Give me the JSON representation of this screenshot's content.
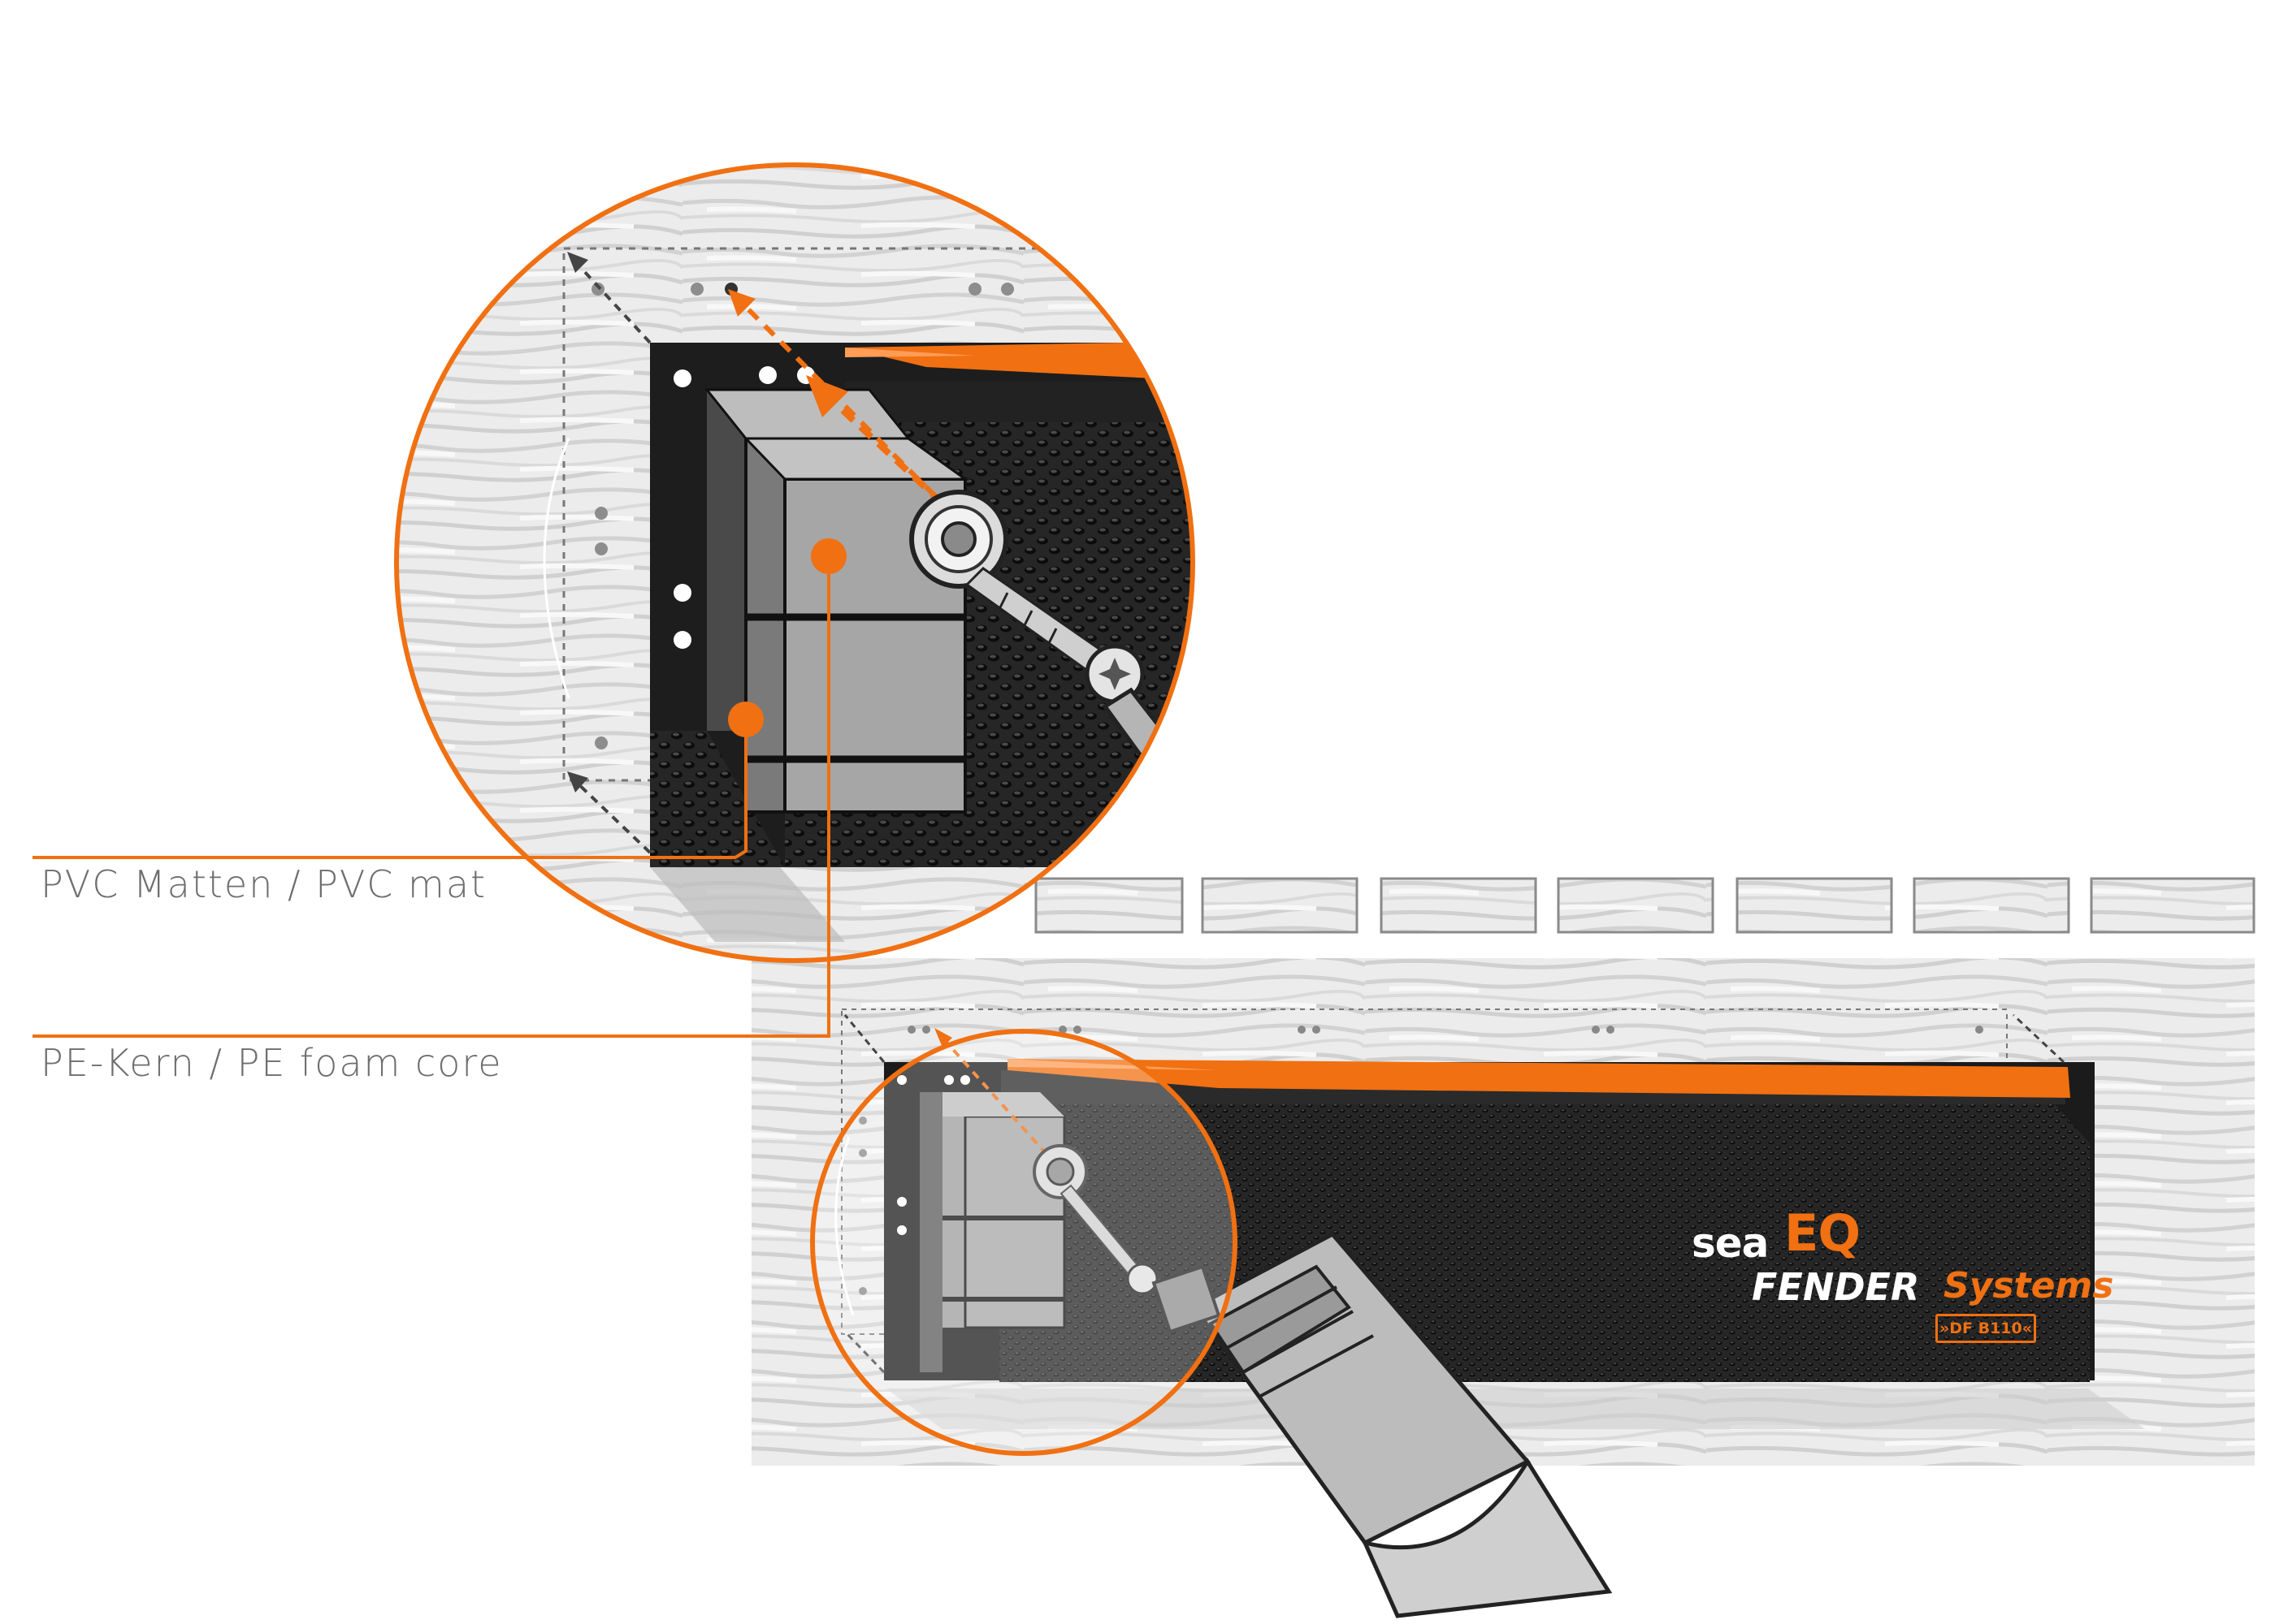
{
  "callouts": {
    "pvc_label": "PVC Matten / PVC mat",
    "pe_label": "PE-Kern / PE foam core"
  },
  "logo": {
    "sea": "sea",
    "eq": "EQ",
    "fender": "FENDER",
    "systems": "Systems",
    "model": "»DF B110«"
  },
  "colors": {
    "accent_orange": "#f07012",
    "fender_black": "#1e1e1e",
    "core_grey": "#a3a3a3",
    "wood_grey": "#e8e8e8",
    "label_grey": "#6e6e6e"
  }
}
